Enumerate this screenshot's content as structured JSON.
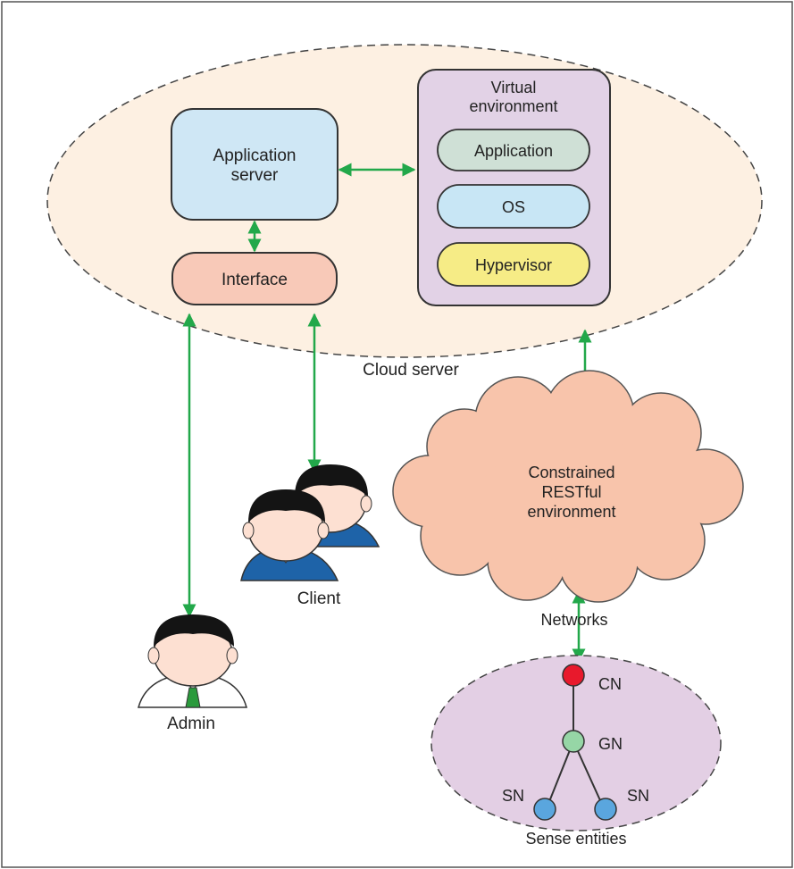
{
  "cloud_server": {
    "label": "Cloud server",
    "application_server": "Application server",
    "interface": "Interface",
    "virtual_environment": {
      "title": "Virtual environment",
      "layers": [
        "Application",
        "OS",
        "Hypervisor"
      ]
    }
  },
  "restful_environment": {
    "label": "Constrained RESTful environment"
  },
  "users": {
    "client": "Client",
    "admin": "Admin"
  },
  "networks_label": "Networks",
  "sense_entities": {
    "label": "Sense entities",
    "cn": "CN",
    "gn": "GN",
    "sn_left": "SN",
    "sn_right": "SN"
  },
  "colors": {
    "arrow": "#22a84a",
    "cloud_server_fill": "#fdf0e2",
    "app_server_fill": "#cfe7f5",
    "interface_fill": "#f8c9b8",
    "virtual_env_fill": "#e2d2e6",
    "application_layer_fill": "#cfe0d6",
    "os_layer_fill": "#c8e6f5",
    "hypervisor_layer_fill": "#f6ec86",
    "restful_cloud_fill": "#f8c4ab",
    "sense_fill": "#e3cfe4",
    "cn_node": "#e8192c",
    "gn_node": "#96d6a6",
    "sn_node": "#5aa6de"
  }
}
